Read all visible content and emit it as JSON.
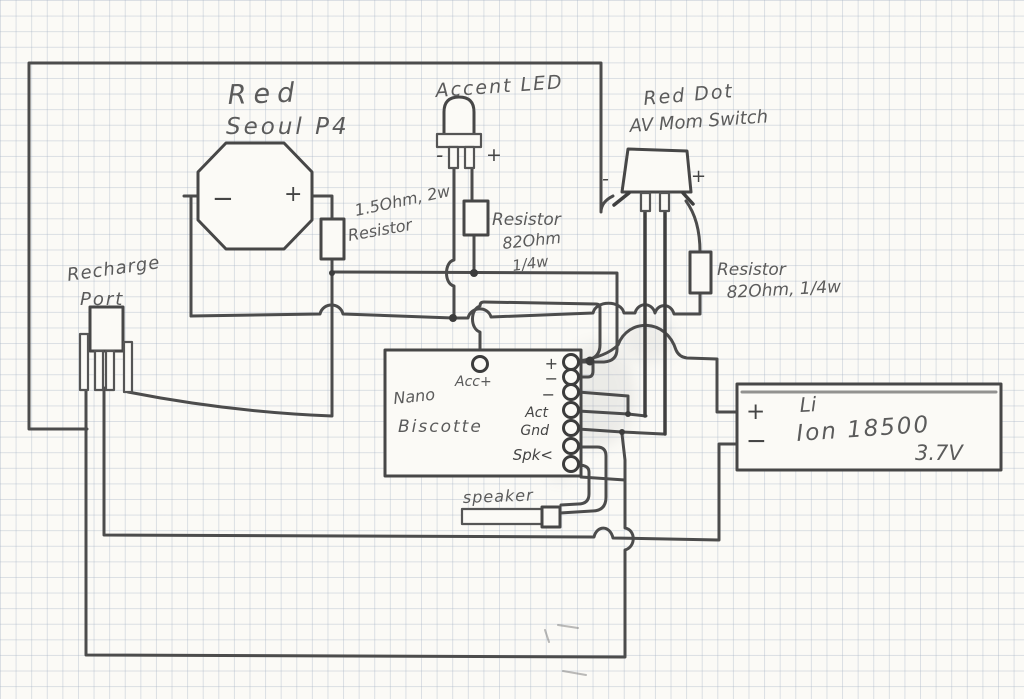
{
  "diagram": {
    "type": "hand-drawn circuit schematic on graph paper",
    "colors": {
      "paper": "#fbfaf6",
      "grid_line": "#a5b2c4",
      "pencil": "#4c4c4c",
      "label_pencil": "#5b5b5b"
    },
    "seoul_p4": {
      "name_line1": "Red",
      "name_line2": "Seoul P4",
      "minus": "−",
      "plus": "+",
      "resistor_line1": "1.5Ohm, 2w",
      "resistor_line2": "Resistor"
    },
    "accent_led": {
      "label": "Accent LED",
      "minus": "-",
      "plus": "+",
      "resistor_line1": "Resistor",
      "resistor_line2": "82Ohm",
      "resistor_line3": "1/4w"
    },
    "switch": {
      "name_line1": "Red Dot",
      "name_line2": "AV Mom Switch",
      "minus": "-",
      "plus": "+",
      "resistor_line1": "Resistor",
      "resistor_line2": "82Ohm, 1/4w"
    },
    "recharge_port": {
      "name_line1": "Recharge",
      "name_line2": "Port"
    },
    "nano_board": {
      "name_line1": "Nano",
      "name_line2": "Biscotte",
      "top_pad_label": "Acc+",
      "pads": [
        "+",
        "−",
        "−",
        "Act",
        "Gnd",
        "Spk<"
      ]
    },
    "speaker": {
      "label": "speaker"
    },
    "battery": {
      "plus": "+",
      "minus": "−",
      "line1": "Li",
      "line2": "Ion 18500",
      "line3": "3.7V"
    }
  }
}
